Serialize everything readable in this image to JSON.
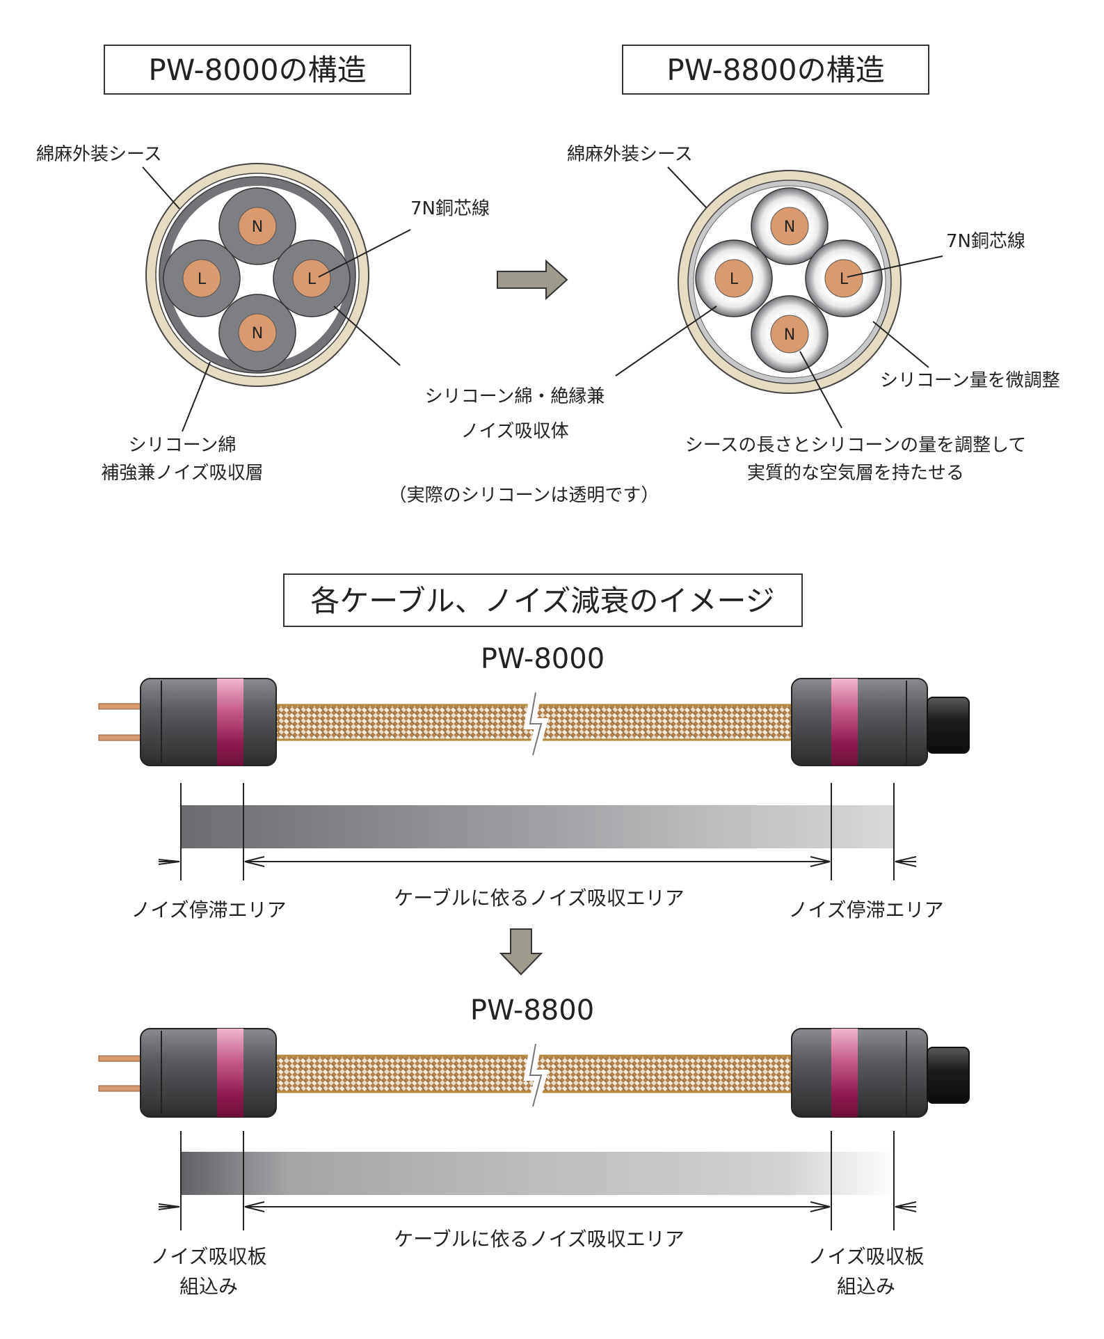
{
  "structure": {
    "left_title": "PW-8000の構造",
    "right_title": "PW-8800の構造",
    "left": {
      "sheath_label": "綿麻外装シース",
      "copper_label": "7N銅芯線",
      "fill_label": [
        "シリコーン綿・絶縁兼",
        "ノイズ吸収体"
      ],
      "layer_label": [
        "シリコーン綿",
        "補強兼ノイズ吸収層"
      ]
    },
    "right": {
      "sheath_label": "綿麻外装シース",
      "copper_label": "7N銅芯線",
      "silicone_label": "シリコーン量を微調整",
      "air_label": [
        "シースの長さとシリコーンの量を調整して",
        "実質的な空気層を持たせる"
      ]
    },
    "note": "（実際のシリコーンは透明です）",
    "core_letters": {
      "top": "N",
      "left": "L",
      "right": "L",
      "bottom": "N"
    }
  },
  "noise": {
    "title": "各ケーブル、ノイズ減衰のイメージ",
    "pw8000": {
      "label": "PW-8000",
      "left_area": "ノイズ停滞エリア",
      "middle_area": "ケーブルに依るノイズ吸収エリア",
      "right_area": "ノイズ停滞エリア"
    },
    "pw8800": {
      "label": "PW-8800",
      "left_area": [
        "ノイズ吸収板",
        "組込み"
      ],
      "middle_area": "ケーブルに依るノイズ吸収エリア",
      "right_area": [
        "ノイズ吸収板",
        "組込み"
      ]
    }
  },
  "colors": {
    "copper": "#d99a6f",
    "sheath": "#e6dcc3",
    "core_gray": "#7d7f82",
    "magenta": "#8e1a4e",
    "braid": "#b07a48"
  }
}
